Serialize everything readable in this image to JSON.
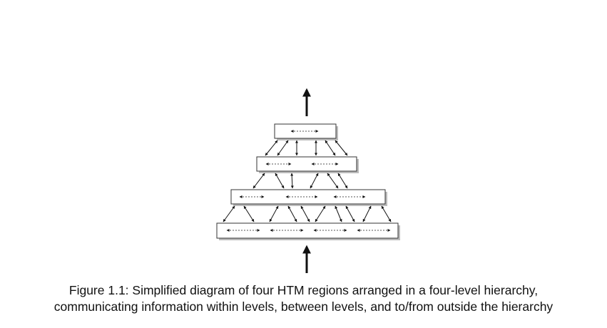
{
  "figure": {
    "caption_line_1": "Figure 1.1:  Simplified diagram of four HTM regions arranged in a four-level hierarchy,",
    "caption_line_2": "communicating information within levels, between levels, and to/from outside the hierarchy"
  },
  "diagram": {
    "levels": [
      {
        "name": "level-1",
        "lateral_links": 1
      },
      {
        "name": "level-2",
        "lateral_links": 2
      },
      {
        "name": "level-3",
        "lateral_links": 3
      },
      {
        "name": "level-4",
        "lateral_links": 4
      }
    ],
    "colors": {
      "stroke": "#111111",
      "dotted": "#555555",
      "region_fill": "#ffffff",
      "region_border": "#333333",
      "shadow": "#bbbbbb"
    }
  }
}
